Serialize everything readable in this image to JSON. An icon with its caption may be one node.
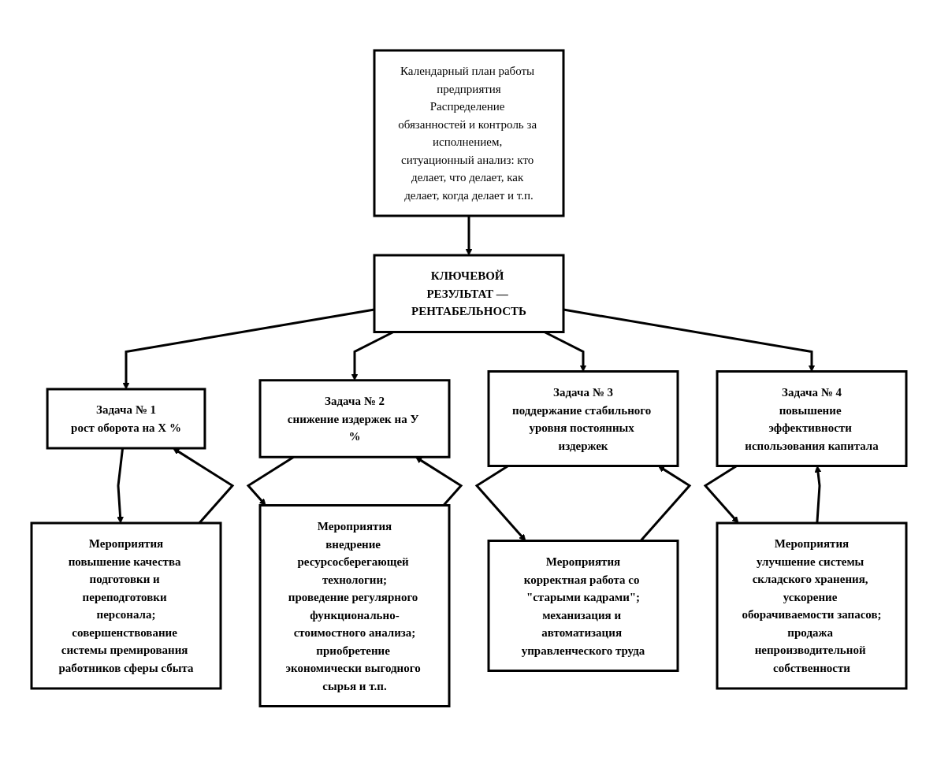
{
  "diagram": {
    "nodes": [
      {
        "text": [
          "КЛЮЧЕВОЙ РЕЗУЛЬТАТ — РЕНТАБЕЛЬНОСТЬ"
        ]
      },
      {
        "text": [
          "Задача № 1",
          "рост оборота на Х %"
        ]
      },
      {
        "text": [
          "Задача № 2",
          "снижение издержек на У %"
        ]
      },
      {
        "text": [
          "Задача № 3",
          "поддержание стабильного уровня постоянных издержек"
        ]
      },
      {
        "text": [
          "Задача № 4",
          "повышение эффективности использования капитала"
        ]
      },
      {
        "text": [
          "Мероприятия",
          "повышение качества подготовки и переподготовки персонала;",
          "совершенствование системы премирования работников сферы сбыта"
        ]
      },
      {
        "text": [
          "Мероприятия",
          "внедрение ресурсосберегающей технологии;",
          "проведение регулярного функционально-стоимостного анализа;",
          "приобретение экономически выгодного сырья и т.п."
        ]
      },
      {
        "text": [
          "Мероприятия",
          "корректная работа со \"старыми кадрами\";",
          "механизация и автоматизация управленческого труда"
        ]
      },
      {
        "text": [
          "Мероприятия",
          "улучшение системы складского хранения, ускорение оборачиваемости запасов;",
          "продажа непроизводительной собственности"
        ]
      },
      {
        "text": [
          "Календарный план работы предприятия",
          "Распределение обязанностей и контроль за исполнением, ситуационный анализ: кто делает, что делает, как делает, когда делает и т.п."
        ]
      }
    ],
    "edges": [
      {
        "from": 0,
        "to": 1,
        "arrow": "to"
      },
      {
        "from": 0,
        "to": 2,
        "arrow": "to"
      },
      {
        "from": 0,
        "to": 3,
        "arrow": "to"
      },
      {
        "from": 0,
        "to": 4,
        "arrow": "to"
      },
      {
        "from": 1,
        "to": 5,
        "arrow": "to"
      },
      {
        "from": 5,
        "to": 1,
        "arrow": "to"
      },
      {
        "from": 2,
        "to": 6,
        "arrow": "to"
      },
      {
        "from": 6,
        "to": 2,
        "arrow": "to"
      },
      {
        "from": 3,
        "to": 7,
        "arrow": "to"
      },
      {
        "from": 7,
        "to": 3,
        "arrow": "to"
      },
      {
        "from": 4,
        "to": 8,
        "arrow": "to"
      },
      {
        "from": 8,
        "to": 4,
        "arrow": "to"
      },
      {
        "from": 9,
        "to": 0,
        "arrow": "to"
      }
    ]
  }
}
